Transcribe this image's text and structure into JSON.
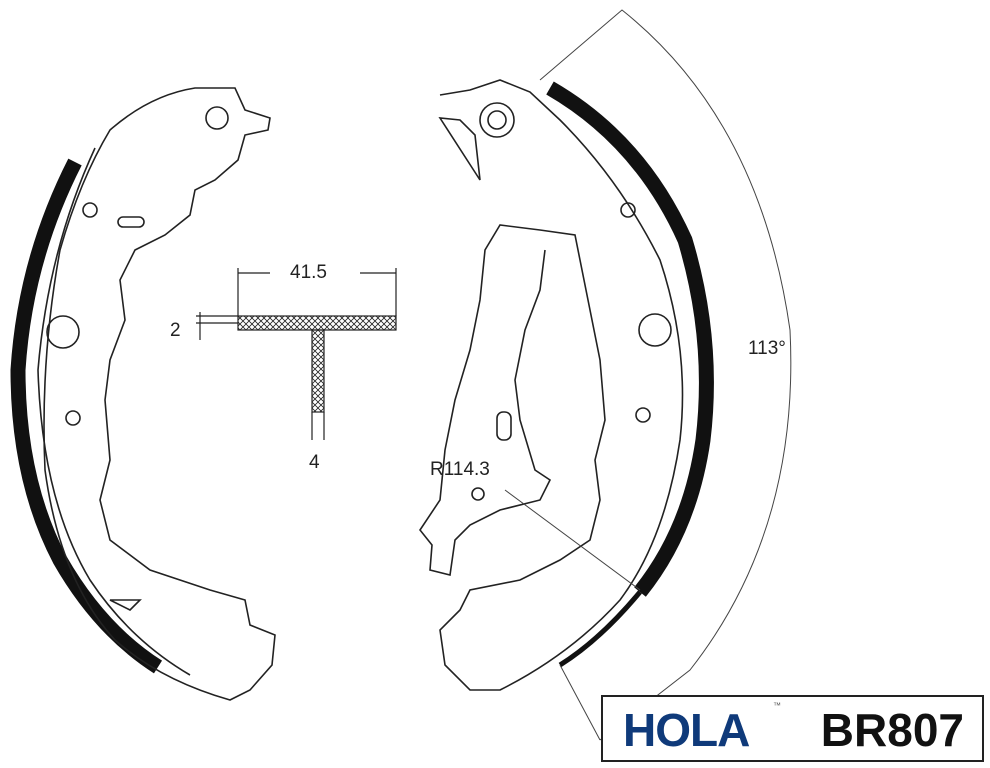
{
  "dimensions": {
    "width": "41.5",
    "lining_thickness": "2",
    "web_thickness": "4",
    "radius": "R114.3",
    "arc_angle": "113°"
  },
  "label": {
    "brand": "HOLA",
    "trademark": "™",
    "part_number": "BR807",
    "brand_color": "#0f3a7a"
  }
}
